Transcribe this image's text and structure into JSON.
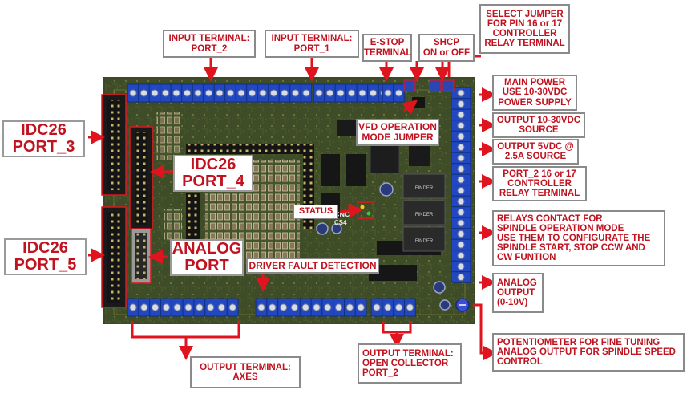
{
  "labels": {
    "input_port2": [
      "INPUT TERMINAL:",
      "PORT_2"
    ],
    "input_port1": [
      "INPUT TERMINAL:",
      "PORT_1"
    ],
    "estop": [
      "E-STOP",
      "TERMINAL"
    ],
    "shcp": [
      "SHCP",
      "ON or OFF"
    ],
    "select_jumper": [
      "SELECT JUMPER",
      "FOR PIN 16 or 17",
      "CONTROLLER",
      "RELAY TERMINAL"
    ],
    "main_power": [
      "MAIN POWER",
      "USE 10-30VDC",
      "POWER SUPPLY"
    ],
    "output_source": [
      "OUTPUT 10-30VDC",
      "SOURCE"
    ],
    "output_5v": [
      "OUTPUT 5VDC @",
      "2.5A SOURCE"
    ],
    "port2_relay": [
      "PORT_2 16 or 17",
      "CONTROLLER",
      "RELAY TERMINAL"
    ],
    "relays_contact": [
      "RELAYS CONTACT FOR",
      "SPINDLE OPERATION MODE",
      "USE THEM TO CONFIGURATE THE",
      "SPINDLE START, STOP CCW AND",
      "CW FUNTION"
    ],
    "analog_output": [
      "ANALOG",
      "OUTPUT",
      "(0-10V)"
    ],
    "potentiometer": [
      "POTENTIOMETER FOR FINE TUNING",
      "ANALOG OUTPUT FOR SPINDLE SPEED",
      "CONTROL"
    ],
    "output_axes": [
      "OUTPUT TERMINAL:",
      "AXES"
    ],
    "output_open_collector": [
      "OUTPUT TERMINAL:",
      "OPEN COLLECTOR",
      "PORT_2"
    ],
    "idc26_port3": [
      "IDC26",
      "PORT_3"
    ],
    "idc26_port4": [
      "IDC26",
      "PORT_4"
    ],
    "idc26_port5": [
      "IDC26",
      "PORT_5"
    ],
    "analog_port": [
      "ANALOG",
      "PORT"
    ],
    "vfd_jumper": [
      "VFD OPERATION",
      "MODE JUMPER"
    ],
    "status": [
      "STATUS"
    ],
    "driver_fault": [
      "DRIVER FAULT DETECTION"
    ]
  },
  "board_text": {
    "brand": "CNC",
    "model": "CS4"
  },
  "colors": {
    "label_text": "#c1121f",
    "arrow": "#e0141e",
    "pcb": "#3b4a24",
    "terminal": "#1f4fbf",
    "label_border": "#8a8a8a"
  }
}
